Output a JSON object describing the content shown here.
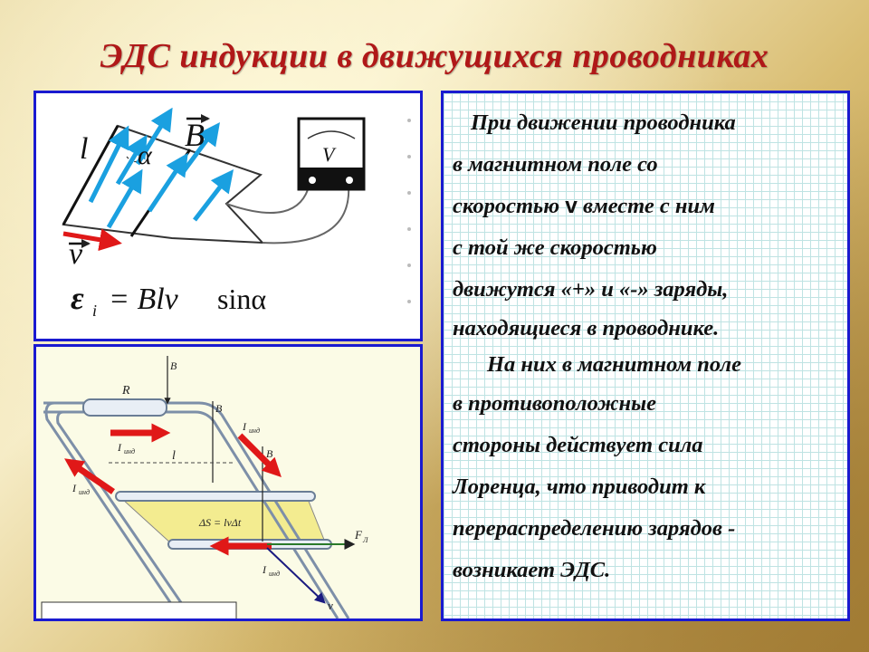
{
  "slide": {
    "title": "ЭДС индукции в движущихся проводниках"
  },
  "top_figure": {
    "label_l": "l",
    "label_B": "B",
    "label_alpha": "α",
    "label_v": "v",
    "meter_label": "V",
    "formula_eps": "ε",
    "formula_sub": "i",
    "formula_eq": "= Blv",
    "formula_sin": "sinα"
  },
  "bottom_figure": {
    "label_R": "R",
    "label_B": "B",
    "label_I": "I",
    "label_I_sub": "инд",
    "label_l": "l",
    "label_dS": "ΔS = lvΔt",
    "label_F": "F",
    "label_F_sub": "Л",
    "label_v": "v"
  },
  "text_panel": {
    "line1": "При движении проводника",
    "line2": "в магнитном поле со",
    "line3_a": "скоростью ",
    "line3_v": "v",
    "line3_b": " вместе с ним",
    "line4": "с той же скоростью",
    "line5": "движутся «+» и «-» заряды,",
    "line6": "находящиеся в проводнике.",
    "line7": "На них в магнитном поле",
    "line8": "в противоположные",
    "line9": "стороны действует сила",
    "line10": "Лоренца, что приводит к",
    "line11": "перераспределению зарядов -",
    "line12": "возникает ЭДС."
  },
  "colors": {
    "title": "#b01818",
    "border": "#1a1ad0",
    "arrow_blue": "#1aa0e0",
    "arrow_red": "#e01818"
  }
}
